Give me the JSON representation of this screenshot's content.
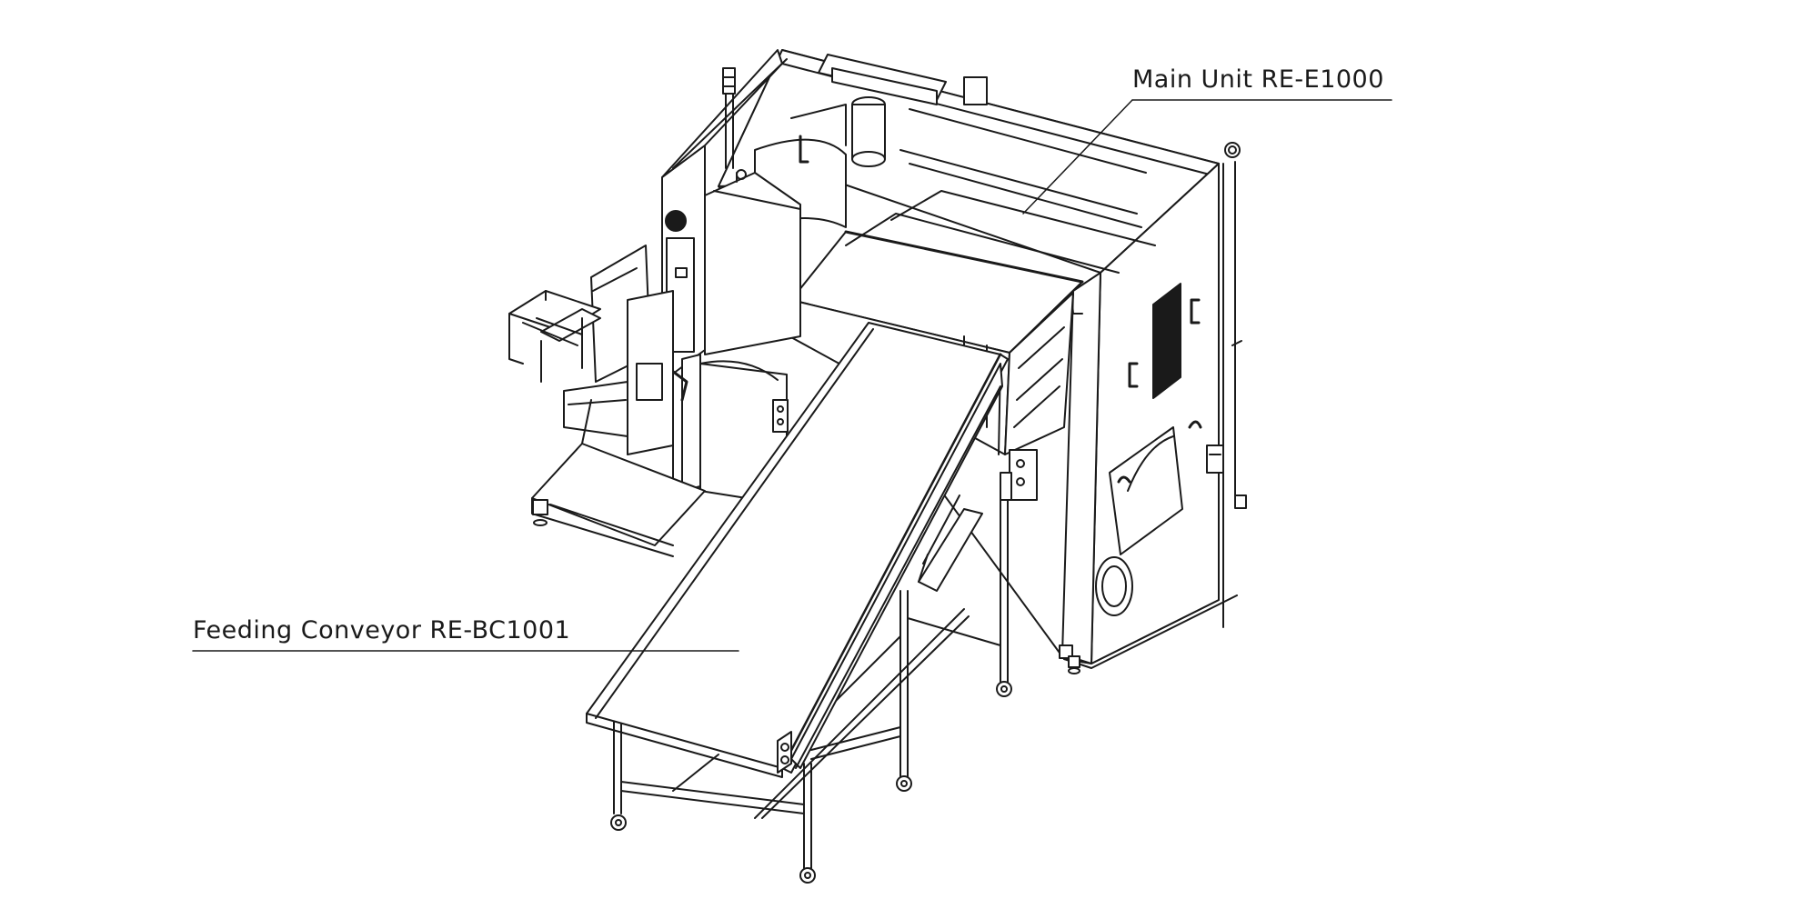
{
  "diagram": {
    "callouts": [
      {
        "id": "main-unit",
        "text": "Main Unit RE-E1000"
      },
      {
        "id": "feeding-conveyor",
        "text": "Feeding Conveyor RE-BC1001"
      }
    ]
  },
  "colors": {
    "line": "#1a1a1a",
    "panel_fill": "#ffffff",
    "shadow": "#f2f2f2"
  }
}
